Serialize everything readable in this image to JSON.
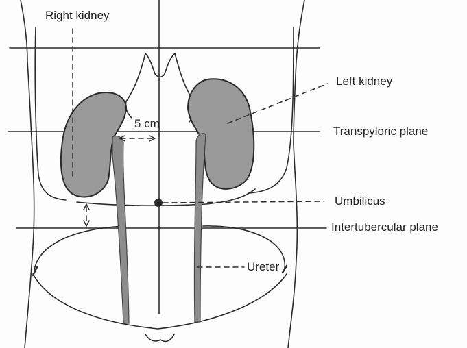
{
  "labels": {
    "right_kidney": "Right kidney",
    "left_kidney": "Left kidney",
    "distance": "5 cm",
    "transpyloric": "Transpyloric plane",
    "umbilicus": "Umbilicus",
    "intertubercular": "Intertubercular plane",
    "ureter": "Ureter"
  },
  "colors": {
    "kidney_fill": "#9a9a9a",
    "ureter_fill": "#8c8c8c",
    "line": "#2a2a2a",
    "background": "#fdfdfd"
  }
}
